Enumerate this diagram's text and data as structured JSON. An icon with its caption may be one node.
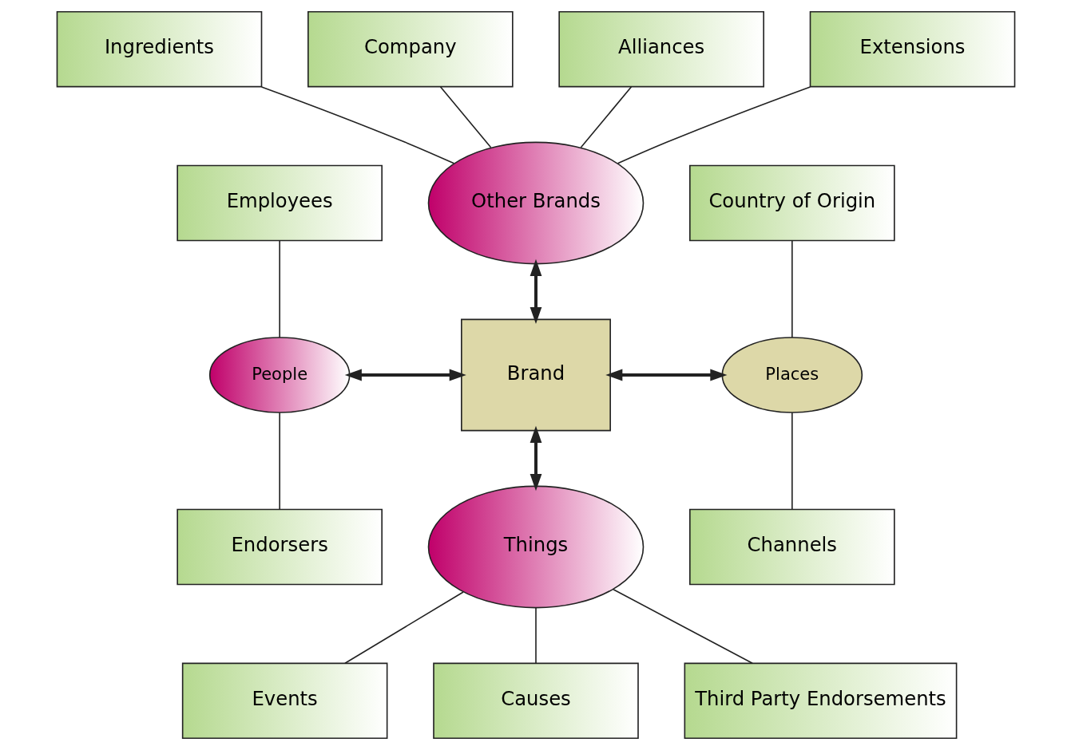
{
  "diagram": {
    "nodes": [
      {
        "text": [
          "Ingredients"
        ]
      },
      {
        "text": [
          "Company"
        ]
      },
      {
        "text": [
          "Alliances"
        ]
      },
      {
        "text": [
          "Extensions"
        ]
      },
      {
        "text": [
          "Other Brands"
        ]
      },
      {
        "text": [
          "Employees"
        ]
      },
      {
        "text": [
          "Country of Origin"
        ]
      },
      {
        "text": [
          "People"
        ]
      },
      {
        "text": [
          "Brand"
        ]
      },
      {
        "text": [
          "Places"
        ]
      },
      {
        "text": [
          "Endorsers"
        ]
      },
      {
        "text": [
          "Channels"
        ]
      },
      {
        "text": [
          "Things"
        ]
      },
      {
        "text": [
          "Events"
        ]
      },
      {
        "text": [
          "Causes"
        ]
      },
      {
        "text": [
          "Third Party Endorsements"
        ]
      }
    ],
    "edges": [
      {
        "from": 0,
        "to": 4,
        "arrow": "none"
      },
      {
        "from": 1,
        "to": 4,
        "arrow": "none"
      },
      {
        "from": 2,
        "to": 4,
        "arrow": "none"
      },
      {
        "from": 3,
        "to": 4,
        "arrow": "none"
      },
      {
        "from": 4,
        "to": 8,
        "arrow": "both",
        "style": "thick"
      },
      {
        "from": 5,
        "to": 7,
        "arrow": "none"
      },
      {
        "from": 7,
        "to": 10,
        "arrow": "none"
      },
      {
        "from": 7,
        "to": 8,
        "arrow": "both",
        "style": "thick"
      },
      {
        "from": 8,
        "to": 9,
        "arrow": "both",
        "style": "thick"
      },
      {
        "from": 6,
        "to": 9,
        "arrow": "none"
      },
      {
        "from": 9,
        "to": 11,
        "arrow": "none"
      },
      {
        "from": 8,
        "to": 12,
        "arrow": "both",
        "style": "thick"
      },
      {
        "from": 12,
        "to": 13,
        "arrow": "none"
      },
      {
        "from": 12,
        "to": 14,
        "arrow": "none"
      },
      {
        "from": 12,
        "to": 15,
        "arrow": "none"
      }
    ]
  }
}
